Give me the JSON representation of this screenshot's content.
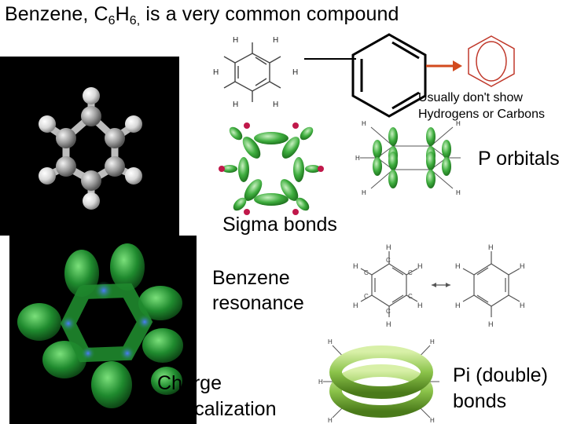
{
  "slide": {
    "title_prefix": "Benzene, C",
    "title_sub1": "6",
    "title_mid": "H",
    "title_sub2": "6,",
    "title_suffix": " is a very common compound",
    "note_line1": "Usually don't show",
    "note_line2": "Hydrogens or Carbons",
    "p_orbitals": "P orbitals",
    "sigma_bonds": "Sigma  bonds",
    "resonance_line1": "Benzene",
    "resonance_line2": "resonance",
    "charge_line1": "Charge",
    "charge_line2": "delocalization",
    "pi_line1": "Pi  (double)",
    "pi_line2": "bonds"
  },
  "atoms": {
    "h": "H",
    "c": "C"
  },
  "colors": {
    "black_panel": "#000000",
    "orbital_green": "#3fae3f",
    "hydrogen_red": "#c0184a",
    "hexagon_red": "#c0392b",
    "arrow_red": "#d24a1e",
    "torus_green": "#8bc34a"
  }
}
